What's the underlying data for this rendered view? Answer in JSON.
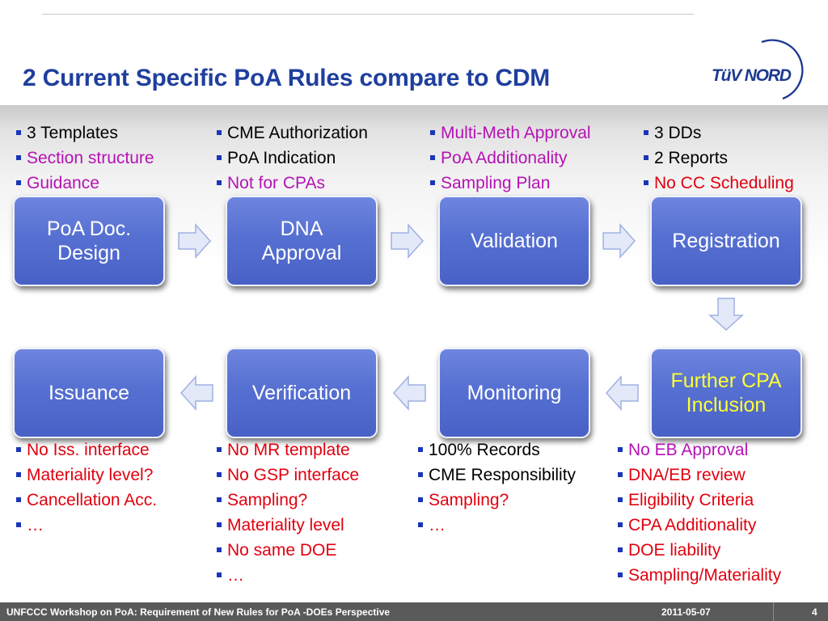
{
  "slide": {
    "title": "2 Current Specific PoA Rules compare to CDM"
  },
  "logo": {
    "text": "TüV NORD"
  },
  "process_top": [
    {
      "label": "PoA Doc.\nDesign"
    },
    {
      "label": "DNA\nApproval"
    },
    {
      "label": "Validation"
    },
    {
      "label": "Registration"
    }
  ],
  "process_bottom": [
    {
      "label": "Issuance"
    },
    {
      "label": "Verification"
    },
    {
      "label": "Monitoring"
    },
    {
      "label": "Further CPA\nInclusion"
    }
  ],
  "notes_top": [
    [
      {
        "text": "3 Templates",
        "color": "#000000"
      },
      {
        "text": "Section structure",
        "color": "#b512b5"
      },
      {
        "text": "Guidance",
        "color": "#b512b5"
      }
    ],
    [
      {
        "text": "CME Authorization",
        "color": "#000000"
      },
      {
        "text": "PoA Indication",
        "color": "#000000"
      },
      {
        "text": "Not for CPAs",
        "color": "#b512b5"
      }
    ],
    [
      {
        "text": "Multi-Meth Approval",
        "color": "#b512b5"
      },
      {
        "text": "PoA Additionality",
        "color": "#b512b5"
      },
      {
        "text": "Sampling Plan",
        "color": "#b512b5"
      }
    ],
    [
      {
        "text": "3 DDs",
        "color": "#000000"
      },
      {
        "text": "2 Reports",
        "color": "#000000"
      },
      {
        "text": "No CC Scheduling",
        "color": "#e0000f"
      }
    ]
  ],
  "notes_bottom": [
    [
      {
        "text": "No Iss. interface",
        "color": "#e0000f"
      },
      {
        "text": "Materiality level?",
        "color": "#e0000f"
      },
      {
        "text": "Cancellation Acc.",
        "color": "#e0000f"
      },
      {
        "text": "…",
        "color": "#e0000f"
      }
    ],
    [
      {
        "text": "No  MR template",
        "color": "#e0000f"
      },
      {
        "text": "No GSP interface",
        "color": "#e0000f"
      },
      {
        "text": "Sampling?",
        "color": "#e0000f"
      },
      {
        "text": "Materiality level",
        "color": "#e0000f"
      },
      {
        "text": "No same DOE",
        "color": "#e0000f"
      },
      {
        "text": "…",
        "color": "#e0000f"
      }
    ],
    [
      {
        "text": "100% Records",
        "color": "#000000"
      },
      {
        "text": "CME Responsibility",
        "color": "#000000"
      },
      {
        "text": "Sampling?",
        "color": "#e0000f"
      },
      {
        "text": "…",
        "color": "#e0000f"
      }
    ],
    [
      {
        "text": "No EB Approval",
        "color": "#b512b5"
      },
      {
        "text": "DNA/EB review",
        "color": "#e0000f"
      },
      {
        "text": "Eligibility Criteria",
        "color": "#e0000f"
      },
      {
        "text": "CPA Additionality",
        "color": "#e0000f"
      },
      {
        "text": "DOE liability",
        "color": "#e0000f"
      },
      {
        "text": "Sampling/Materiality",
        "color": "#e0000f"
      }
    ]
  ],
  "footer": {
    "text": "UNFCCC Workshop on PoA: Requirement of New Rules for PoA -DOEs Perspective",
    "date": "2011-05-07",
    "page": "4"
  },
  "colors": {
    "title": "#1f3f9e",
    "box": "#5670d2",
    "arrow_fill": "#e3e9f8",
    "arrow_stroke": "#9fb1e2",
    "highlight_label": "#ffff33",
    "footer_bg": "#5a5a5a"
  },
  "icons": {
    "arrow_right": "right-arrow-icon",
    "arrow_down": "down-arrow-icon",
    "arrow_left": "left-arrow-icon"
  }
}
